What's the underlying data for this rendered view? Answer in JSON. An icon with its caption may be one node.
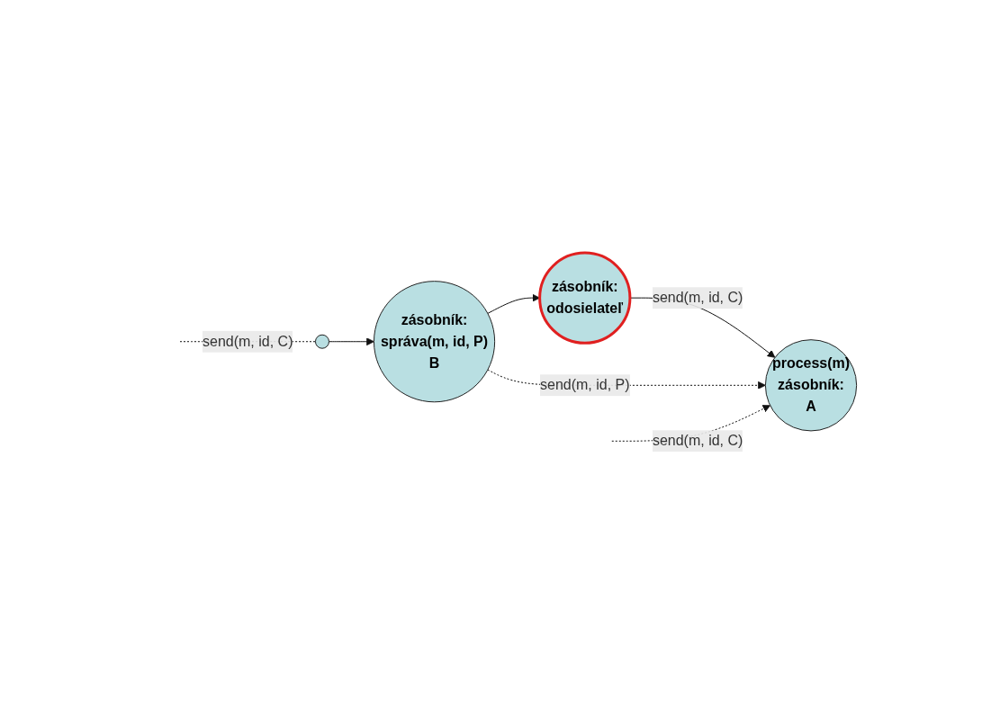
{
  "diagram": {
    "nodes": [
      {
        "text": [
          "zásobník:",
          "odosielateľ"
        ]
      },
      {
        "text": [
          "zásobník:",
          "správa(m, id, P)",
          "B"
        ]
      },
      {
        "text": [
          "process(m)",
          "zásobník:",
          "A"
        ]
      },
      {
        "text": [],
        "shape": "circle"
      }
    ],
    "edges": [
      {
        "from": 1,
        "to": 0,
        "arrow": "to"
      },
      {
        "from": 0,
        "to": 2,
        "arrow": "to",
        "label": "send(m, id, C)"
      },
      {
        "from": 1,
        "to": 2,
        "arrow": "to",
        "style": "dashed",
        "label": "send(m, id, P)"
      },
      {
        "from": 3,
        "to": 1,
        "arrow": "to"
      },
      {
        "from": null,
        "to": 2,
        "arrow": "to",
        "style": "dashed",
        "label": "send(m, id, C)"
      },
      {
        "from": null,
        "to": 3,
        "arrow": "none",
        "style": "dashed",
        "label": "send(m, id, C)"
      }
    ]
  }
}
